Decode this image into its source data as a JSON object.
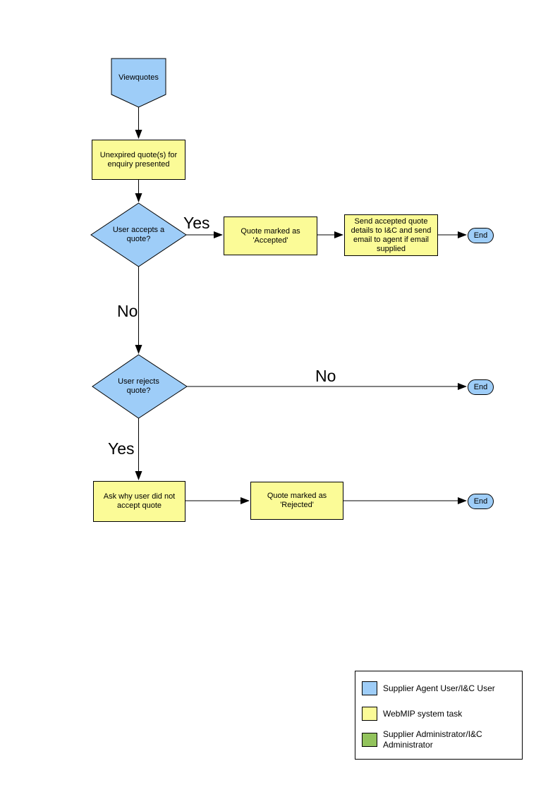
{
  "diagram": {
    "nodes": {
      "viewquotes": {
        "label": "Viewquotes",
        "type": "offpage-connector"
      },
      "unexpired": {
        "label": "Unexpired quote(s) for enquiry presented",
        "type": "task"
      },
      "accepts_decision": {
        "label": "User accepts a quote?",
        "type": "decision"
      },
      "accepted": {
        "label": "Quote marked as 'Accepted'",
        "type": "task"
      },
      "send_details": {
        "label": "Send accepted quote details to I&C and send email to agent if email supplied",
        "type": "task"
      },
      "end1": {
        "label": "End",
        "type": "terminator"
      },
      "rejects_decision": {
        "label": "User rejects quote?",
        "type": "decision"
      },
      "end2": {
        "label": "End",
        "type": "terminator"
      },
      "ask_why": {
        "label": "Ask why user did not accept quote",
        "type": "task"
      },
      "rejected": {
        "label": "Quote marked as 'Rejected'",
        "type": "task"
      },
      "end3": {
        "label": "End",
        "type": "terminator"
      }
    },
    "edge_labels": {
      "yes1": "Yes",
      "no1": "No",
      "no2": "No",
      "yes2": "Yes"
    }
  },
  "legend": {
    "items": [
      {
        "color": "#9ECDF8",
        "label": "Supplier Agent User/I&C User"
      },
      {
        "color": "#FBFB97",
        "label": "WebMIP system task"
      },
      {
        "color": "#92C35C",
        "label": "Supplier Administrator/I&C Administrator"
      }
    ]
  },
  "colors": {
    "actor": "#9ECDF8",
    "task": "#FBFB97",
    "admin": "#92C35C",
    "line": "#000000"
  }
}
